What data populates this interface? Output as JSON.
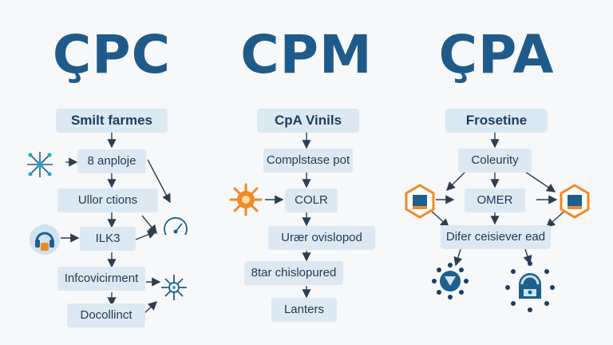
{
  "columns": [
    {
      "title": "ÇPC",
      "header": "Smilt farmes",
      "nodes": [
        "8 anploje",
        "Ullor ctions",
        "ILK3",
        "Infcovicirment",
        "Docollinct"
      ]
    },
    {
      "title": "CPM",
      "header": "CpA Vinils",
      "nodes": [
        "Complstase pot",
        "COLR",
        "Urær ovislopod",
        "8tar chislopured",
        "Lanters"
      ]
    },
    {
      "title": "ÇPA",
      "header": "Frosetine",
      "nodes": [
        "Coleurity",
        "OMER",
        "Difer ceisiever ead"
      ]
    }
  ],
  "icons": {
    "cpc": [
      "network-icon",
      "headset-icon",
      "gauge-icon",
      "sparkle-icon"
    ],
    "cpm": [
      "gear-icon"
    ],
    "cpa": [
      "hexagon-badge-icon",
      "hexagon-badge-icon",
      "target-icon",
      "shield-icon"
    ]
  },
  "colors": {
    "title": "#1f5b8a",
    "box": "#dde9f2",
    "arrow": "#2c3e50",
    "accent_orange": "#f08a24",
    "accent_blue": "#1d5f8d"
  }
}
